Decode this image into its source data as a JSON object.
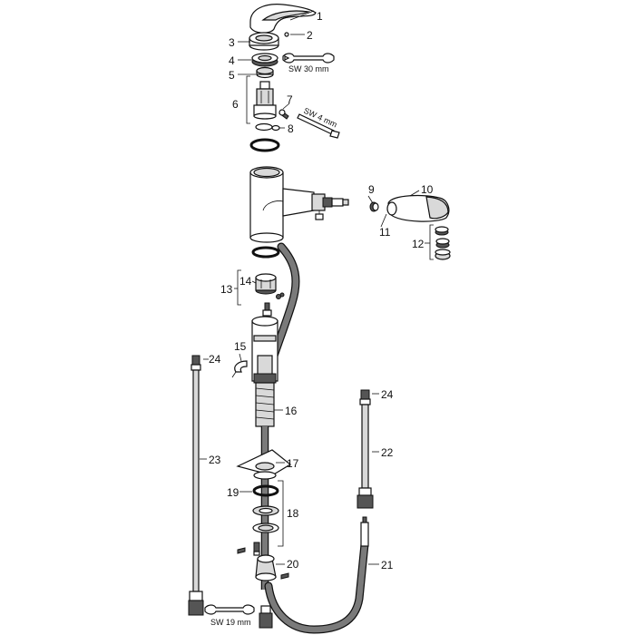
{
  "labels": {
    "l1": "1",
    "l2": "2",
    "l3": "3",
    "l4": "4",
    "l5": "5",
    "l6": "6",
    "l7": "7",
    "l8": "8",
    "l9": "9",
    "l10": "10",
    "l11": "11",
    "l12": "12",
    "l13": "13",
    "l14": "14",
    "l15": "15",
    "l16": "16",
    "l17": "17",
    "l18": "18",
    "l19": "19",
    "l20": "20",
    "l21": "21",
    "l22": "22",
    "l23": "23",
    "l24a": "24",
    "l24b": "24"
  },
  "wrench_labels": {
    "sw30": "SW 30 mm",
    "sw4": "SW 4 mm",
    "sw19": "SW 19 mm"
  }
}
